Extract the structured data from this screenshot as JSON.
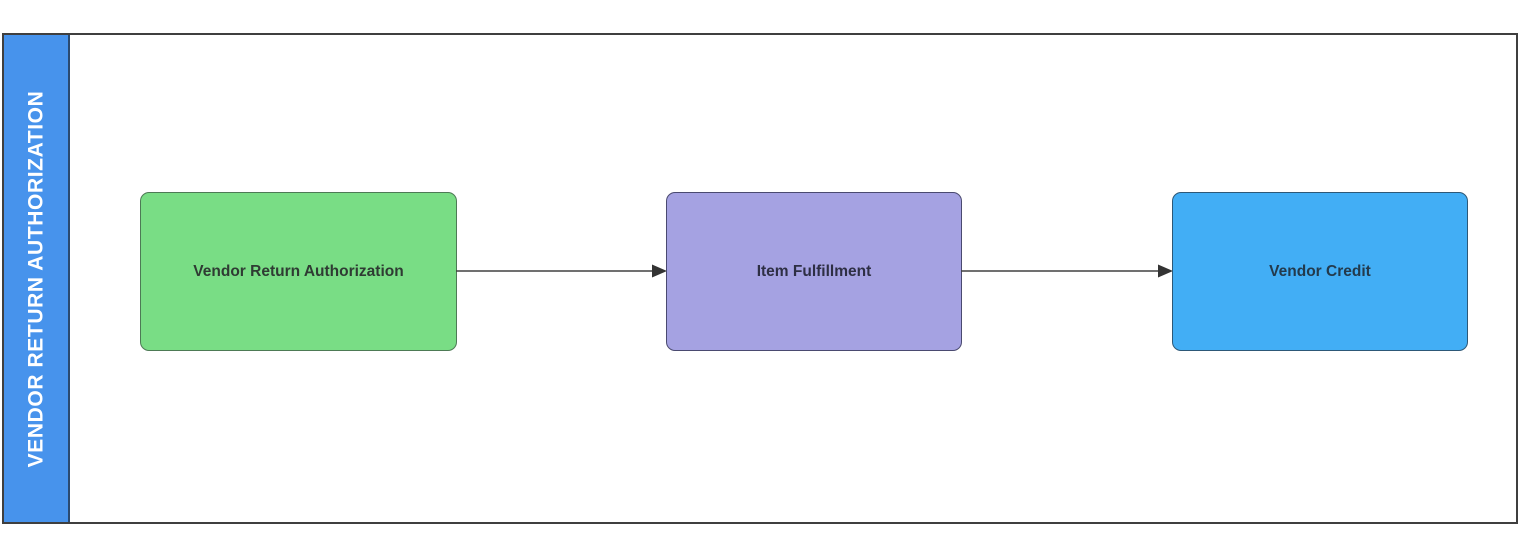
{
  "diagram": {
    "title": "Vendor Return Authorization",
    "type": "flowchart",
    "lane": {
      "label": "VENDOR RETURN AUTHORIZATION",
      "color": "#4793ec",
      "text_color": "#ffffff"
    },
    "frame": {
      "border_color": "#3f3f3f",
      "background": "#ffffff"
    },
    "nodes": [
      {
        "id": "vendor-return-authorization",
        "label": "Vendor Return Authorization",
        "fill": "#79dd85",
        "stroke": "#4d7a55",
        "text_color": "#2f3b33"
      },
      {
        "id": "item-fulfillment",
        "label": "Item Fulfillment",
        "fill": "#a5a2e2",
        "stroke": "#4a4a70",
        "text_color": "#2e2f44"
      },
      {
        "id": "vendor-credit",
        "label": "Vendor Credit",
        "fill": "#42aef5",
        "stroke": "#2d5877",
        "text_color": "#233a4c"
      }
    ],
    "connectors": [
      {
        "id": "connector-vra-to-if",
        "from": "vendor-return-authorization",
        "to": "item-fulfillment",
        "label": "",
        "style": "solid-arrow",
        "color": "#404040"
      },
      {
        "id": "connector-if-to-vc",
        "from": "item-fulfillment",
        "to": "vendor-credit",
        "label": "",
        "style": "solid-arrow",
        "color": "#404040"
      }
    ]
  }
}
